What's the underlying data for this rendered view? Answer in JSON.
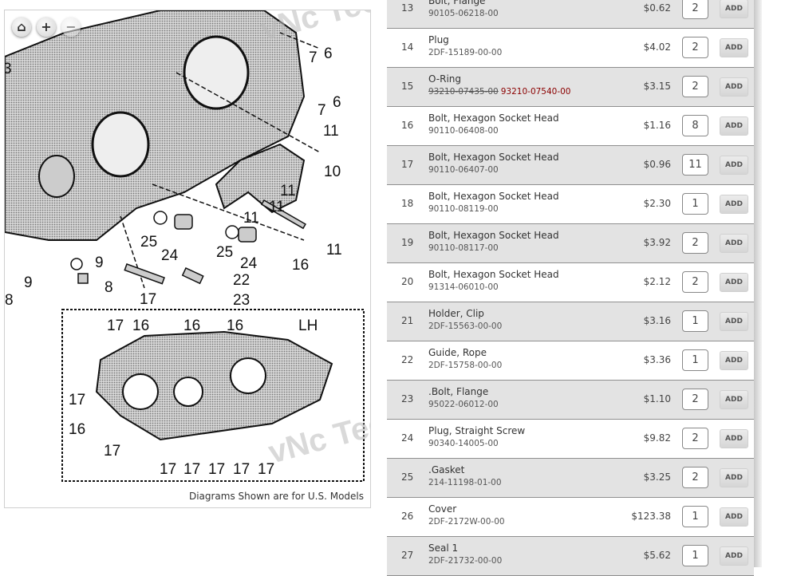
{
  "diagram": {
    "caption": "Diagrams Shown are for U.S. Models",
    "zoom_buttons": [
      {
        "icon": "home-icon",
        "label": "⌂"
      },
      {
        "icon": "zoom-in-icon",
        "label": "+"
      },
      {
        "icon": "zoom-out-icon",
        "label": "−"
      }
    ],
    "callouts": [
      "6",
      "7",
      "7",
      "6",
      "11",
      "10",
      "11",
      "11",
      "11",
      "11",
      "16",
      "25",
      "24",
      "25",
      "24",
      "9",
      "9",
      "8",
      "8",
      "22",
      "23",
      "17",
      "3",
      "LH",
      "17",
      "16",
      "16",
      "16",
      "17",
      "16",
      "17",
      "17",
      "17",
      "17",
      "17",
      "17"
    ],
    "watermark": "vNc Technic"
  },
  "parts": [
    {
      "num": "13",
      "name": "Bolt, Flange",
      "pn": "90105-06218-00",
      "price": "$0.62",
      "qty": "2",
      "add": "ADD"
    },
    {
      "num": "14",
      "name": "Plug",
      "pn": "2DF-15189-00-00",
      "price": "$4.02",
      "qty": "2",
      "add": "ADD"
    },
    {
      "num": "15",
      "name": "O-Ring",
      "pn_old": "93210-07435-00",
      "pn": "93210-07540-00",
      "price": "$3.15",
      "qty": "2",
      "add": "ADD"
    },
    {
      "num": "16",
      "name": "Bolt, Hexagon Socket Head",
      "pn": "90110-06408-00",
      "price": "$1.16",
      "qty": "8",
      "add": "ADD"
    },
    {
      "num": "17",
      "name": "Bolt, Hexagon Socket Head",
      "pn": "90110-06407-00",
      "price": "$0.96",
      "qty": "11",
      "add": "ADD"
    },
    {
      "num": "18",
      "name": "Bolt, Hexagon Socket Head",
      "pn": "90110-08119-00",
      "price": "$2.30",
      "qty": "1",
      "add": "ADD"
    },
    {
      "num": "19",
      "name": "Bolt, Hexagon Socket Head",
      "pn": "90110-08117-00",
      "price": "$3.92",
      "qty": "2",
      "add": "ADD"
    },
    {
      "num": "20",
      "name": "Bolt, Hexagon Socket Head",
      "pn": "91314-06010-00",
      "price": "$2.12",
      "qty": "2",
      "add": "ADD"
    },
    {
      "num": "21",
      "name": "Holder, Clip",
      "pn": "2DF-15563-00-00",
      "price": "$3.16",
      "qty": "1",
      "add": "ADD"
    },
    {
      "num": "22",
      "name": "Guide, Rope",
      "pn": "2DF-15758-00-00",
      "price": "$3.36",
      "qty": "1",
      "add": "ADD"
    },
    {
      "num": "23",
      "name": ".Bolt, Flange",
      "pn": "95022-06012-00",
      "price": "$1.10",
      "qty": "2",
      "add": "ADD"
    },
    {
      "num": "24",
      "name": "Plug, Straight Screw",
      "pn": "90340-14005-00",
      "price": "$9.82",
      "qty": "2",
      "add": "ADD"
    },
    {
      "num": "25",
      "name": ".Gasket",
      "pn": "214-11198-01-00",
      "price": "$3.25",
      "qty": "2",
      "add": "ADD"
    },
    {
      "num": "26",
      "name": "Cover",
      "pn": "2DF-2172W-00-00",
      "price": "$123.38",
      "qty": "1",
      "add": "ADD"
    },
    {
      "num": "27",
      "name": "Seal 1",
      "pn": "2DF-21732-00-00",
      "price": "$5.62",
      "qty": "1",
      "add": "ADD"
    }
  ]
}
